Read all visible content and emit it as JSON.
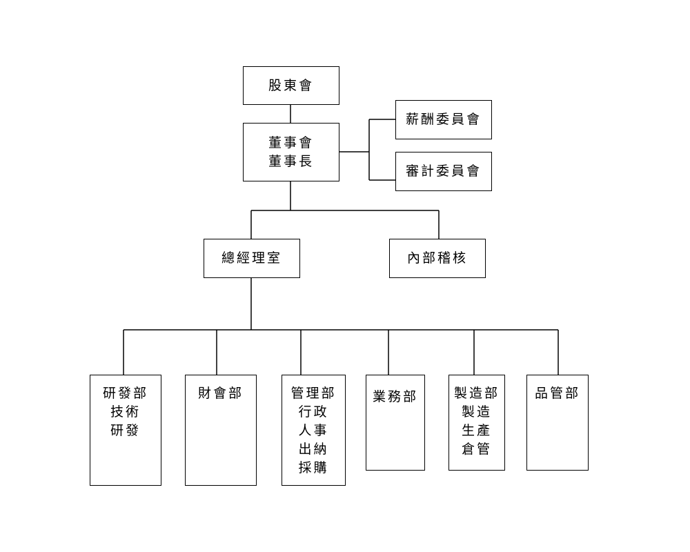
{
  "chart": {
    "shareholders": {
      "label": "股東會"
    },
    "board": {
      "lines": [
        "董事會",
        "董事長"
      ]
    },
    "compensation_committee": {
      "label": "薪酬委員會"
    },
    "audit_committee": {
      "label": "審計委員會"
    },
    "gm_office": {
      "label": "總經理室"
    },
    "internal_audit": {
      "label": "內部稽核"
    },
    "departments": [
      {
        "lines": [
          "研發部",
          "技術",
          "研發"
        ]
      },
      {
        "lines": [
          "財會部"
        ]
      },
      {
        "lines": [
          "管理部",
          "行政",
          "人事",
          "出納",
          "採購"
        ]
      },
      {
        "lines": [
          "業務部"
        ]
      },
      {
        "lines": [
          "製造部",
          "製造",
          "生產",
          "倉管"
        ]
      },
      {
        "lines": [
          "品管部"
        ]
      }
    ]
  }
}
